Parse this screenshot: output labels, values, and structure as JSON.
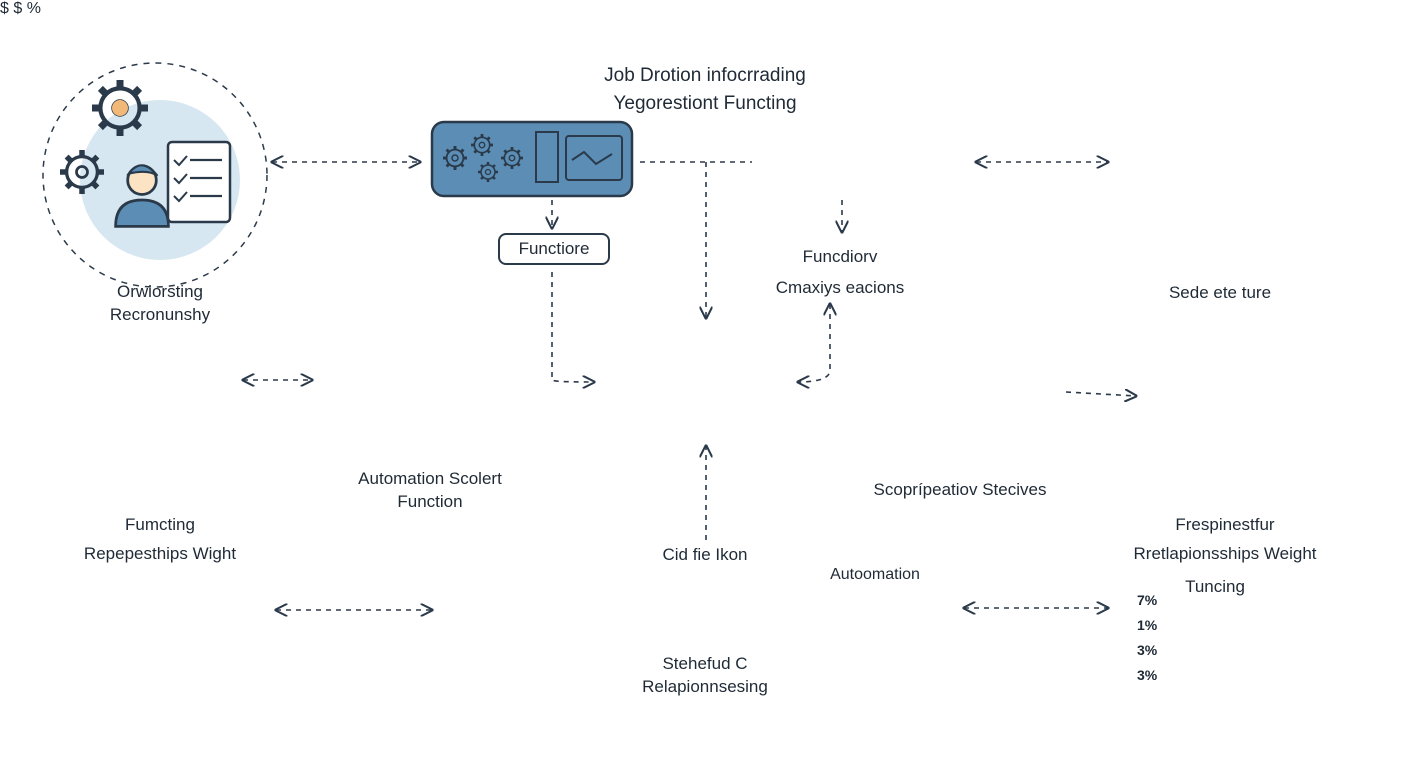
{
  "title": {
    "line1": "Job Drotion infocrrading",
    "line2": "Yegorestiont Functing"
  },
  "pill_label": "Functiore",
  "labels": {
    "top_left": [
      "Orwiorsting",
      "Recronunshy"
    ],
    "top_center_right": [
      "Funcdiorv",
      "Cmaxiys eacions"
    ],
    "top_right": [
      "Sede ete ture"
    ],
    "mid_left": [
      "Fumcting",
      "Repepesthips Wight"
    ],
    "mid_center_left": [
      "Automation Scolert",
      "Function"
    ],
    "mid_right": [
      "Scoprípeatiov Stecives"
    ],
    "right_lower": [
      "Frespinestfur",
      "Rretlapionsships Weight"
    ],
    "bottom_center": [
      "Stehefud C",
      "Relapionnsesing"
    ],
    "bottom_top": [
      "Cid fie Ikon"
    ],
    "automation_chart_title": "Autoomation",
    "tuning_title": "Tuncing"
  },
  "tuning_ticks": [
    "7%",
    "1%",
    "3%",
    "3%"
  ],
  "colors": {
    "blue": "#5b8db5",
    "light_blue": "#d6e7f1",
    "dark": "#2b3a4a",
    "orange": "#f2b878",
    "peach": "#fbe3c3"
  },
  "icons": [
    "gear-icon",
    "person-icon",
    "checklist-icon",
    "dollar-icon",
    "lightbulb-icon",
    "envelope-icon",
    "calendar-icon",
    "monitor-icon",
    "target-icon",
    "percent-icon",
    "puzzle-icon",
    "bar-chart-icon"
  ]
}
